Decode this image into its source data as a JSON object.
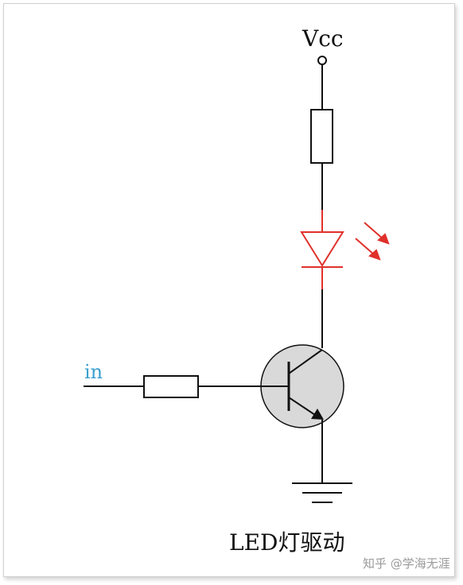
{
  "diagram": {
    "supply_label": "Vcc",
    "input_label": "in",
    "caption": "LED灯驱动",
    "watermark": "知乎 @学海无涯"
  },
  "colors": {
    "wire": "#111111",
    "led": "#e0312b",
    "input_label": "#3a9fd0",
    "transistor_fill": "#d9d9d9"
  }
}
